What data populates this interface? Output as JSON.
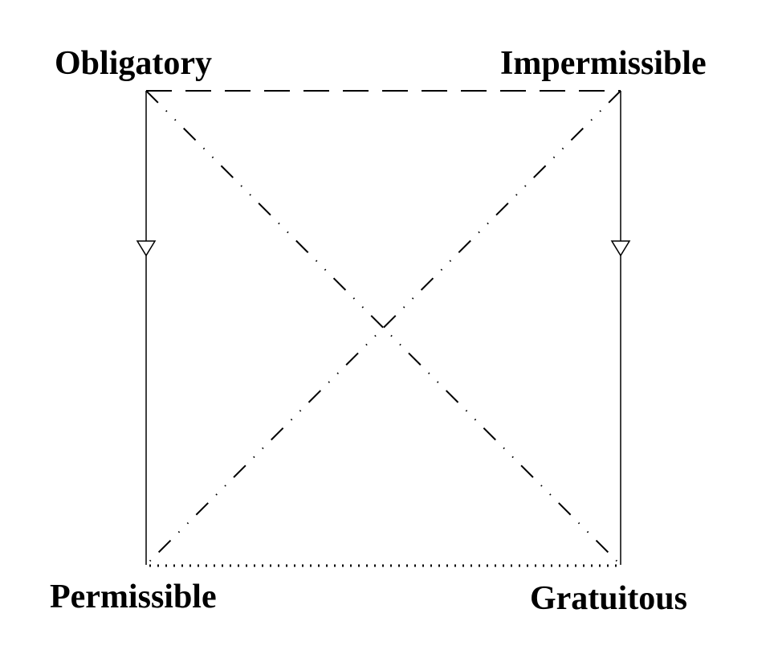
{
  "labels": {
    "top_left": "Obligatory",
    "top_right": "Impermissible",
    "bottom_left": "Permissible",
    "bottom_right": "Gratuitous"
  },
  "edges": [
    {
      "from": "Obligatory",
      "to": "Impermissible",
      "style": "dashed"
    },
    {
      "from": "Permissible",
      "to": "Gratuitous",
      "style": "dotted"
    },
    {
      "from": "Obligatory",
      "to": "Permissible",
      "style": "solid-arrow"
    },
    {
      "from": "Impermissible",
      "to": "Gratuitous",
      "style": "solid-arrow"
    },
    {
      "from": "Obligatory",
      "to": "Gratuitous",
      "style": "dash-dot-dot"
    },
    {
      "from": "Impermissible",
      "to": "Permissible",
      "style": "dash-dot-dot"
    }
  ]
}
